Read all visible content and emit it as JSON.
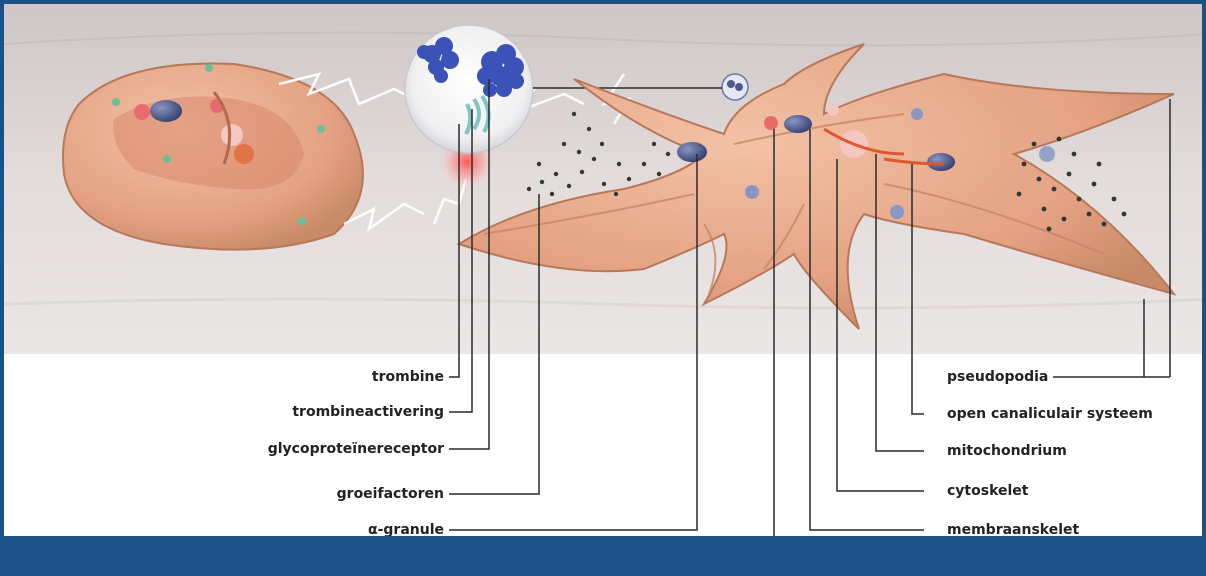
{
  "labels_left": [
    {
      "id": "trombine",
      "text": "trombine"
    },
    {
      "id": "trombineactivering",
      "text": "trombineactivering"
    },
    {
      "id": "glycoproteine-receptor",
      "text": "glycoproteïnereceptor"
    },
    {
      "id": "groeifactoren",
      "text": "groeifactoren"
    },
    {
      "id": "alpha-granule",
      "text": "α-granule"
    }
  ],
  "labels_right": [
    {
      "id": "pseudopodia",
      "text": "pseudopodia"
    },
    {
      "id": "open-canaliculair-systeem",
      "text": "open canaliculair systeem"
    },
    {
      "id": "mitochondrium",
      "text": "mitochondrium"
    },
    {
      "id": "cytoskelet",
      "text": "cytoskelet"
    },
    {
      "id": "membraanskelet",
      "text": "membraanskelet"
    }
  ],
  "colors": {
    "frame": "#1b5286",
    "background_surface": "#ddd6d6",
    "cell": "#e9ad8e",
    "cell_dark": "#c98a68",
    "granule": "#4b5a8c",
    "dots": "#2f3a35",
    "leader_line": "#2a2a2a"
  }
}
